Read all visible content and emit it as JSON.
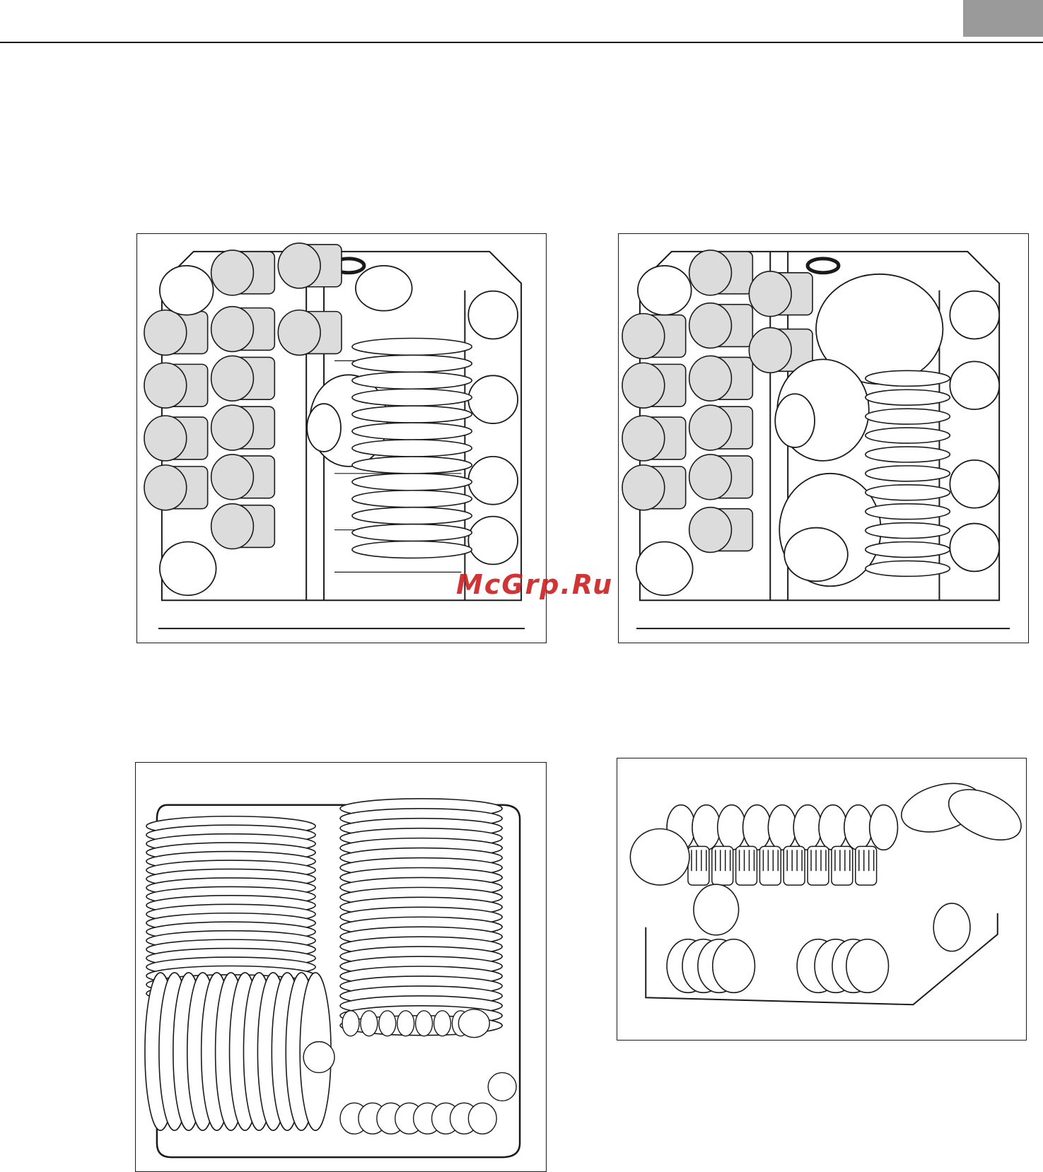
{
  "page": {
    "watermark": "McGrp.Ru",
    "colors": {
      "ink": "#1a1a1a",
      "glass_fill": "#dcdcdc",
      "accent_tab": "#9a9a9a",
      "watermark": "#cc1f1f"
    }
  },
  "figures": [
    {
      "name": "upper-basket-glasses-cups-plates",
      "icon": "dishwasher-upper-basket-illustration"
    },
    {
      "name": "upper-basket-glasses-bowls",
      "icon": "dishwasher-upper-basket-illustration"
    },
    {
      "name": "lower-basket-plates-cutlery",
      "icon": "dishwasher-lower-basket-illustration"
    },
    {
      "name": "cutlery-basket-close-up",
      "icon": "cutlery-basket-illustration"
    }
  ]
}
